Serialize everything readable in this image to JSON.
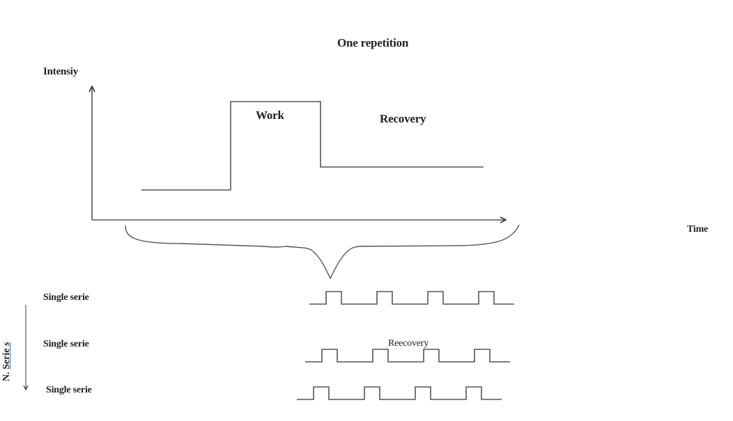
{
  "diagram": {
    "title": "One repetition",
    "y_axis_label": "Intensiy",
    "x_axis_label": "Time",
    "phase_labels": {
      "work": "Work",
      "recovery": "Recovery"
    },
    "series_labels": [
      "Single serie",
      "Single serie",
      "Single serie"
    ],
    "series_axis_label_prefix": "N. ",
    "series_axis_label_underlined": "Serie s",
    "series_recovery_label": "Reecovery",
    "pulses_per_serie": 4,
    "line_color": "#555555"
  }
}
